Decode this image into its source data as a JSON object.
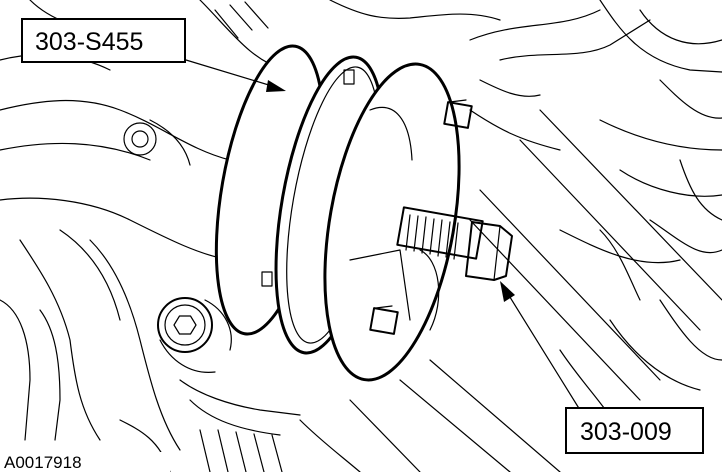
{
  "figure": {
    "id": "A0017918",
    "callouts": [
      {
        "label": "303-S455"
      },
      {
        "label": "303-009"
      }
    ]
  }
}
